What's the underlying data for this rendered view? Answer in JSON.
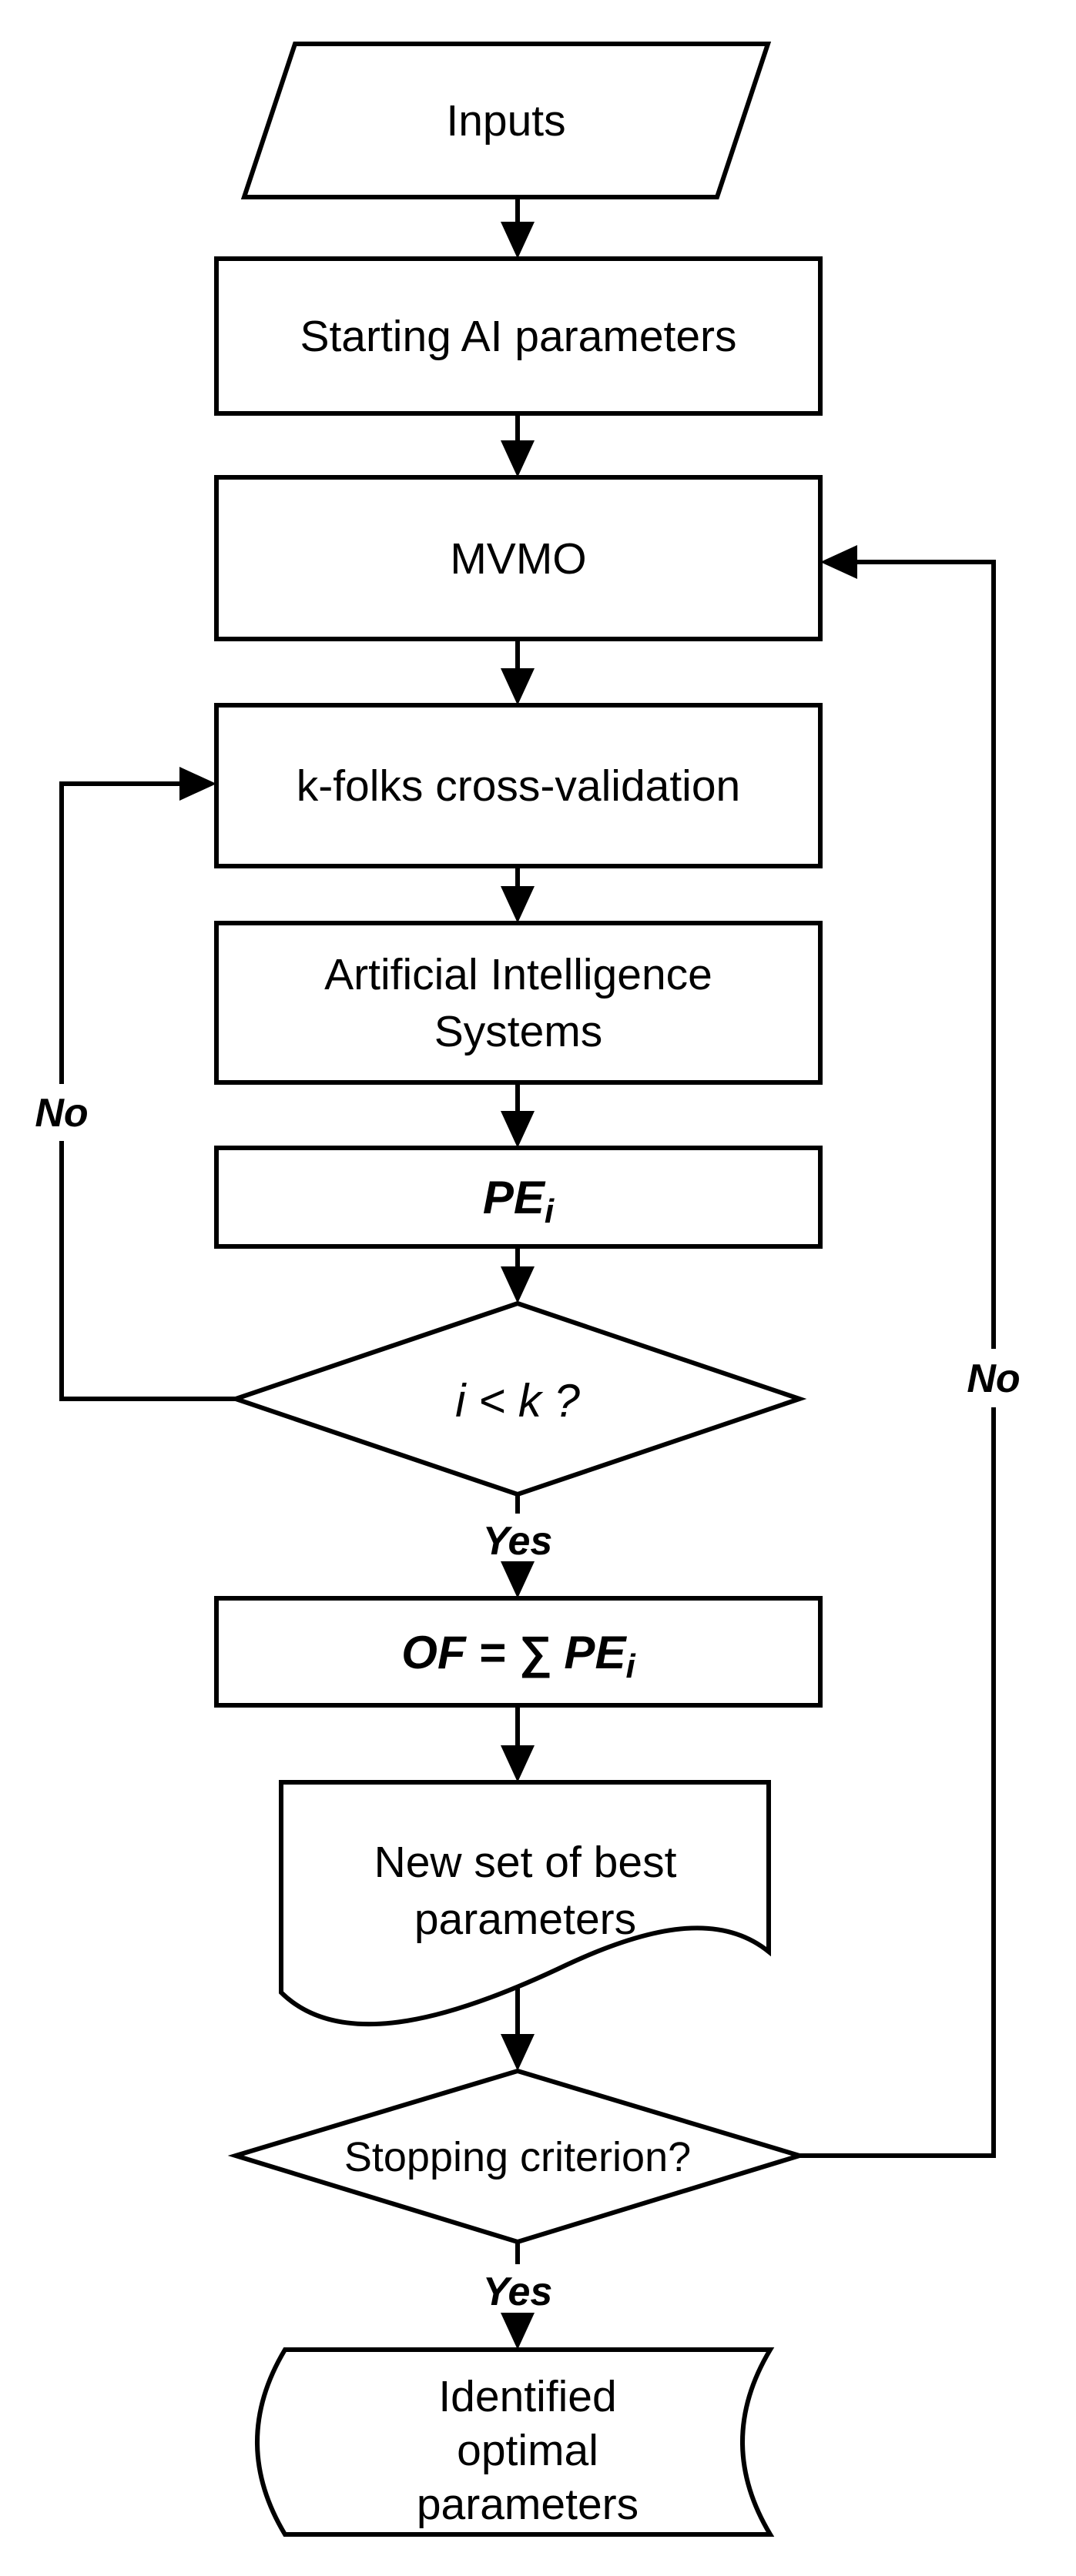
{
  "colors": {
    "stroke": "#000000",
    "background": "#ffffff"
  },
  "nodes": {
    "inputs": {
      "label": "Inputs"
    },
    "starting_params": {
      "label": "Starting AI parameters"
    },
    "mvmo": {
      "label": "MVMO"
    },
    "kfolds": {
      "label": "k-folks cross-validation"
    },
    "ai_systems": {
      "line1": "Artificial Intelligence",
      "line2": "Systems"
    },
    "pe": {
      "main": "PE",
      "sub": "i"
    },
    "decision_i_k": {
      "label": "i < k ?"
    },
    "objective": {
      "main": "OF = ∑ PE",
      "sub": "i"
    },
    "new_set": {
      "line1": "New set of best",
      "line2": "parameters"
    },
    "decision_stop": {
      "label": "Stopping criterion?"
    },
    "identified": {
      "line1": "Identified",
      "line2": "optimal",
      "line3": "parameters"
    }
  },
  "edge_labels": {
    "yes_i_k": "Yes",
    "no_i_k": "No",
    "yes_stop": "Yes",
    "no_stop": "No"
  }
}
